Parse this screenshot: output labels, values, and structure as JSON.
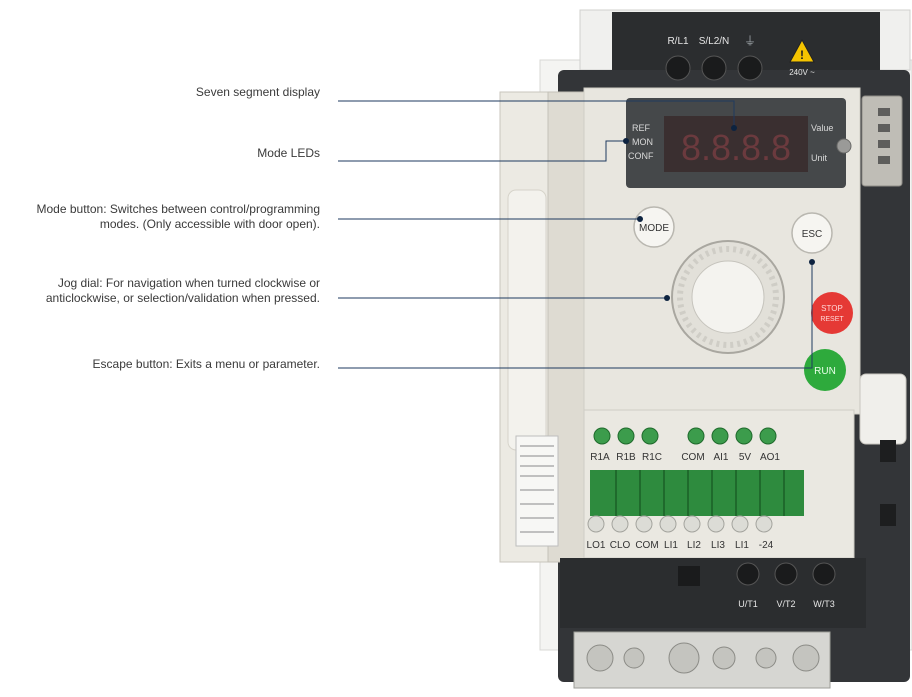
{
  "callouts": {
    "seven_segment": "Seven segment display",
    "mode_leds": "Mode LEDs",
    "mode_button_line1": "Mode button: Switches between control/programming",
    "mode_button_line2": "modes. (Only accessible with door open).",
    "jog_dial_line1": "Jog dial: For navigation when turned clockwise or",
    "jog_dial_line2": "anticlockwise, or selection/validation when pressed.",
    "escape_button": "Escape button: Exits a menu or parameter."
  },
  "device": {
    "top_terminals": [
      "R/L1",
      "S/L2/N"
    ],
    "voltage": "240V ~",
    "leds": [
      "REF",
      "MON",
      "CONF"
    ],
    "display_side": [
      "Value",
      "Unit"
    ],
    "display_digits": "8.8.8.8",
    "mode_button": "MODE",
    "esc_button": "ESC",
    "stop_button_line1": "STOP",
    "stop_button_line2": "RESET",
    "run_button": "RUN",
    "relay_labels": [
      "R1A",
      "R1B",
      "R1C"
    ],
    "analog_labels": [
      "COM",
      "AI1",
      "5V",
      "AO1"
    ],
    "logic_labels": [
      "LO1",
      "CLO",
      "COM",
      "LI1",
      "LI2",
      "LI3",
      "LI1",
      "-24"
    ],
    "output_terminals": [
      "U/T1",
      "V/T2",
      "W/T3"
    ]
  },
  "colors": {
    "leader_line": "#1e3a5f",
    "leader_dot": "#0d2340",
    "stop_button": "#e53935",
    "run_button": "#2eaa3c",
    "terminal_green": "#2e8b3e",
    "device_dark": "#2b2d2f",
    "device_panel": "#e8e6df"
  }
}
